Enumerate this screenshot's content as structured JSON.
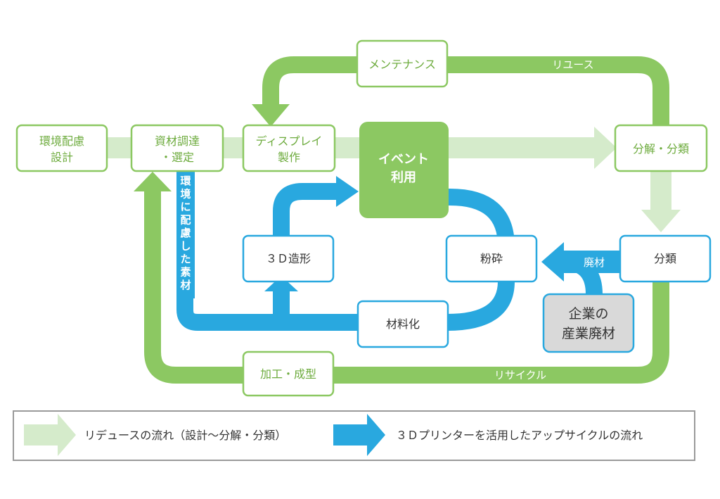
{
  "colors": {
    "green": "#8cc862",
    "light_green": "#d5ebcb",
    "blue": "#29a8df",
    "green_text": "#6dab3d",
    "blue_text": "#3a3a3a",
    "grey_box": "#d9d9d9"
  },
  "nodes": {
    "design": [
      "環境配慮",
      "設計"
    ],
    "procure": [
      "資材調達",
      "・選定"
    ],
    "display": [
      "ディスプレイ",
      "製作"
    ],
    "event": [
      "イベント",
      "利用"
    ],
    "disassemble": "分解・分類",
    "sort": "分類",
    "crush": "粉砕",
    "print3d": "３Ｄ造形",
    "material": "材料化",
    "industrial": [
      "企業の",
      "産業廃材"
    ],
    "processing": "加工・成型",
    "maintenance": "メンテナンス"
  },
  "arrow_labels": {
    "reuse": "リユース",
    "recycle": "リサイクル",
    "waste": "廃材",
    "eco_material": [
      "環",
      "境",
      "に",
      "配",
      "慮",
      "し",
      "た",
      "素",
      "材"
    ]
  },
  "legend": {
    "reduce_flow": "リデュースの流れ（設計～分解・分類）",
    "upcycle_flow": "３Ｄプリンターを活用したアップサイクルの流れ"
  }
}
